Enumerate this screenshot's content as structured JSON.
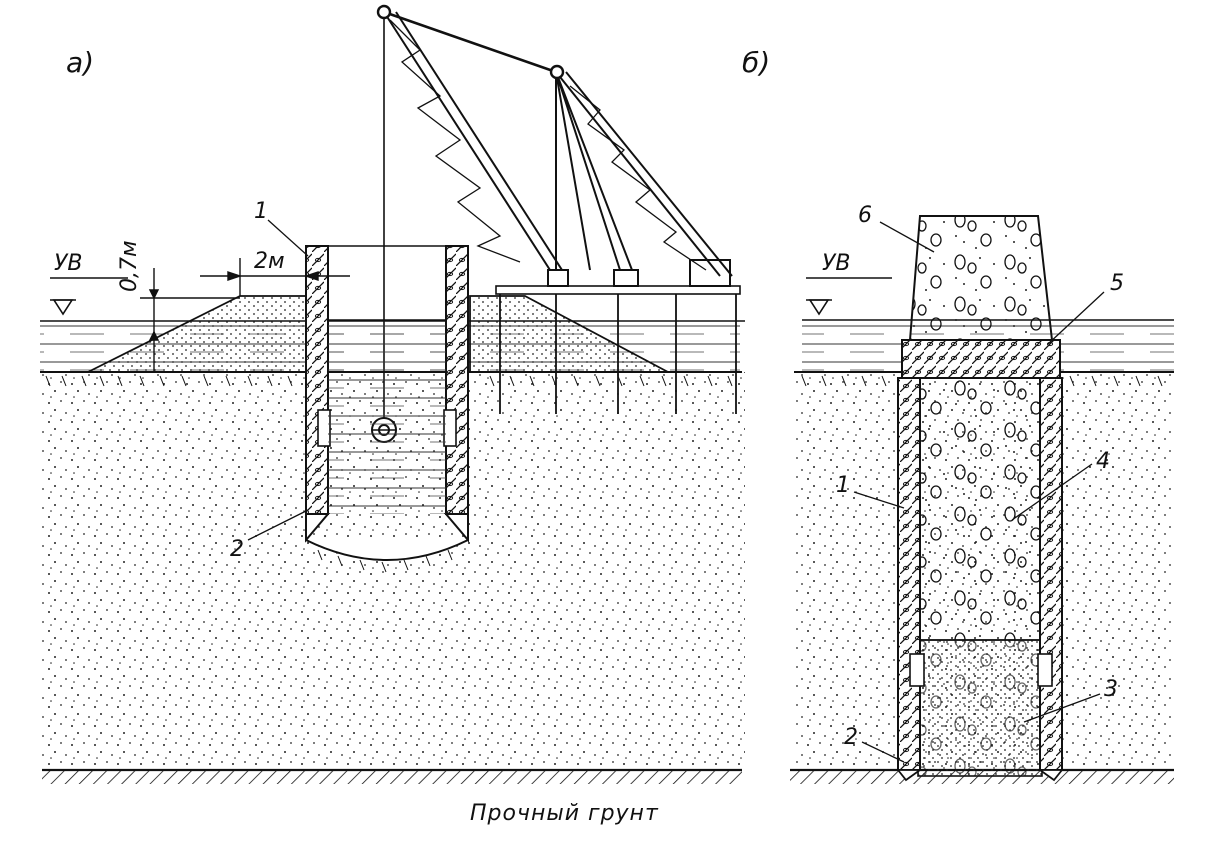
{
  "panels": {
    "a": {
      "label": "а)",
      "water_level": "УВ",
      "dim_height": "0,7м",
      "dim_width": "2м",
      "callouts": [
        "1",
        "2"
      ]
    },
    "b": {
      "label": "б)",
      "water_level": "УВ",
      "callouts": [
        "1",
        "2",
        "3",
        "4",
        "5",
        "6"
      ]
    }
  },
  "caption": "Прочный грунт",
  "colors": {
    "ink": "#111111",
    "paper": "#ffffff",
    "water_line": "#222222"
  }
}
